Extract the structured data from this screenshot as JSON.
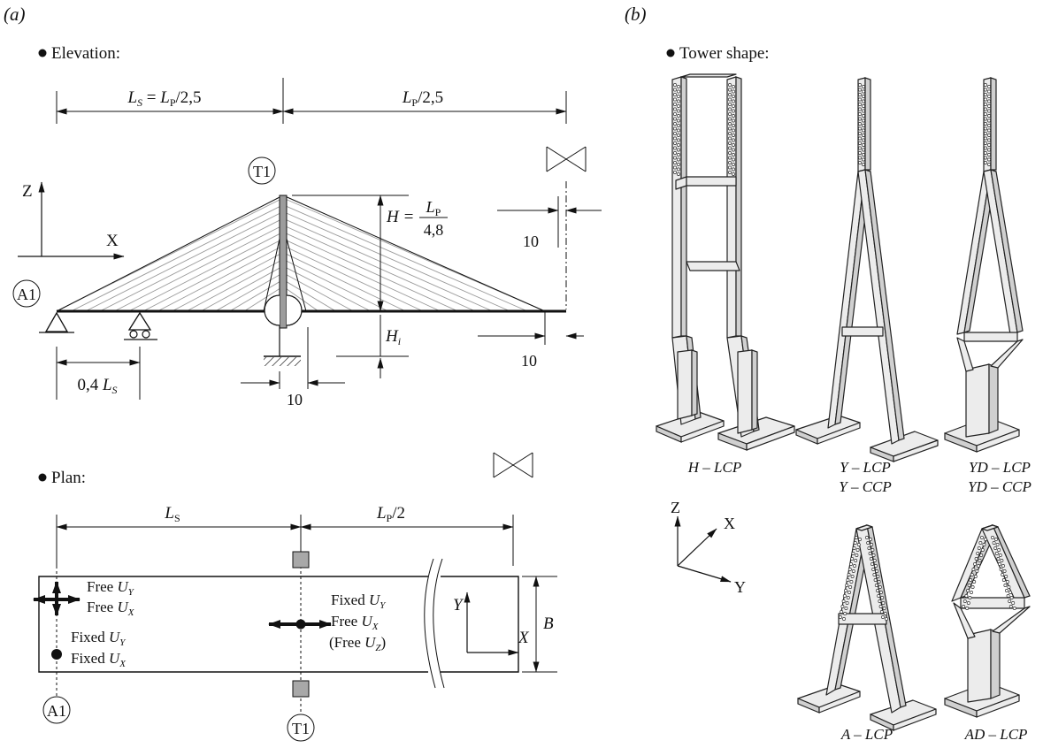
{
  "panel_a": {
    "label": "(a)",
    "elevation": {
      "heading": "Elevation:",
      "dim_ls": "L_S = L_P/2,5",
      "dim_lp": "L_P/2,5",
      "tower_tag": "T1",
      "abutment_tag": "A1",
      "axis_z": "Z",
      "axis_x": "X",
      "height_h": {
        "lhs": "H =",
        "num": "L_P",
        "den": "4,8"
      },
      "height_hi": "H_i",
      "dim_10_top": "10",
      "dim_10_right": "10",
      "dim_10_bottom": "10",
      "dim_04ls": "0,4 L_S"
    },
    "plan": {
      "heading": "Plan:",
      "dim_ls": "L_S",
      "dim_lp2": "L_P/2",
      "abutment_tag": "A1",
      "tower_tag": "T1",
      "free_uy": "Free U_Y",
      "free_ux": "Free U_X",
      "fixed_uy_left": "Fixed U_Y",
      "fixed_ux_left": "Fixed U_X",
      "fixed_uy_tower": "Fixed U_Y",
      "free_ux_tower": "Free U_X",
      "free_uz_tower": "(Free U_Z)",
      "axis_y": "Y",
      "axis_x": "X",
      "dim_b": "B"
    }
  },
  "panel_b": {
    "label": "(b)",
    "heading": "Tower shape:",
    "towers": [
      {
        "name": "H-LCP",
        "label": "H – LCP"
      },
      {
        "name": "Y-LCP",
        "label": "Y – LCP",
        "label2": "Y – CCP"
      },
      {
        "name": "YD-LCP",
        "label": "YD – LCP",
        "label2": "YD – CCP"
      },
      {
        "name": "A-LCP",
        "label": "A – LCP"
      },
      {
        "name": "AD-LCP",
        "label": "AD – LCP"
      }
    ],
    "axes": {
      "z": "Z",
      "x": "X",
      "y": "Y"
    }
  }
}
